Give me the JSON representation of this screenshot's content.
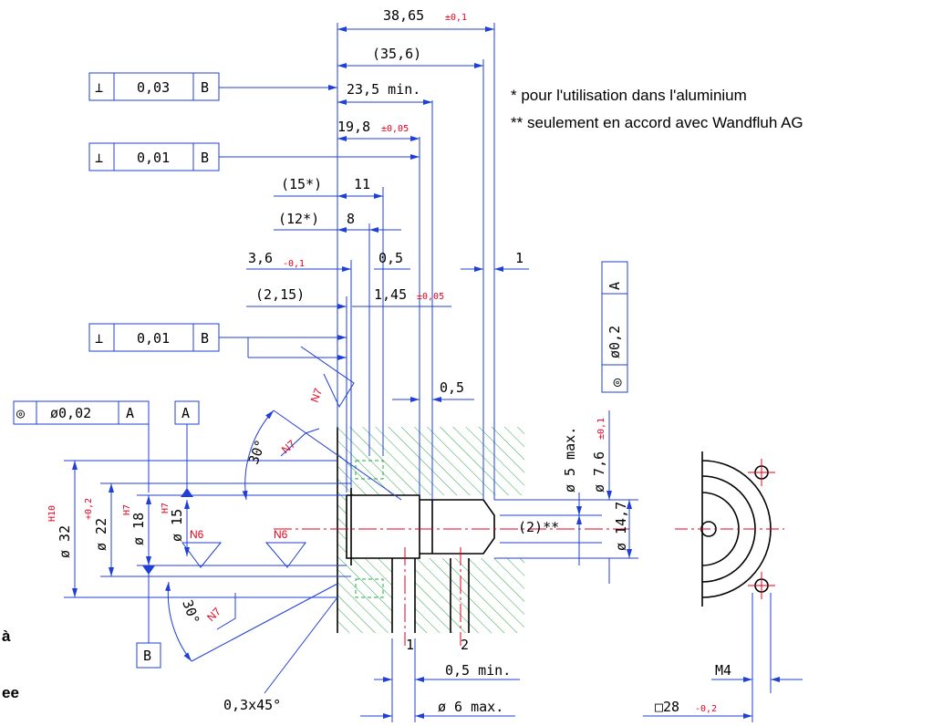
{
  "notes": {
    "note1": "* pour l'utilisation dans l'aluminium",
    "note2": "** seulement en accord avec Wandfluh AG"
  },
  "left_fragments": {
    "a": "à",
    "b": "ee"
  },
  "frames": {
    "perp": "⊥",
    "f1": {
      "value": "0,03",
      "datum": "B"
    },
    "f2": {
      "value": "0,01",
      "datum": "B"
    },
    "f3": {
      "value": "0,01",
      "datum": "B"
    },
    "f4": {
      "symbol": "◎",
      "value": "ø0,02",
      "datum": "A"
    },
    "f5": {
      "symbol": "◎",
      "value": "ø0,2",
      "datum": "A"
    }
  },
  "datums": {
    "a": "A",
    "b": "B"
  },
  "dims": {
    "d38": "38,65",
    "d38_tol": "±0,1",
    "d35": "(35,6)",
    "d23": "23,5 min.",
    "d19": "19,8",
    "d19_tol": "±0,05",
    "d15s": "(15*)",
    "d11": "11",
    "d12s": "(12*)",
    "d8": "8",
    "d36": "3,6",
    "d36_tol": "-0,1",
    "d05a": "0,5",
    "d1": "1",
    "d215": "(2,15)",
    "d145": "1,45",
    "d145_tol": "±0,05",
    "d05b": "0,5",
    "d30a": "30°",
    "d30b": "30°",
    "dia32": "ø 32",
    "dia32_fit": "H10",
    "dia22": "ø 22",
    "dia22_tol": "+0,2",
    "dia18": "ø 18",
    "dia18_fit": "H7",
    "dia15": "ø 15",
    "dia15_fit": "H7",
    "dia5": "ø 5 max.",
    "dia76": "ø 7,6",
    "dia76_tol": "±0,1",
    "dia147": "ø 14,7",
    "d2": "(2)**",
    "p1": "1",
    "p2": "2",
    "d05min": "0,5 min.",
    "dia6": "ø 6 max.",
    "chamfer": "0,3x45°",
    "m4": "M4",
    "sq28": "□28",
    "sq28_tol": "-0,2"
  },
  "roughness": {
    "n7a": "N7",
    "n7b": "N7",
    "n7c": "N7",
    "n6a": "N6",
    "n6b": "N6"
  },
  "colors": {
    "dimension": "#1f3fd6",
    "tolerance": "#e3001b",
    "hatch": "#27a84a",
    "outline": "#000000"
  }
}
